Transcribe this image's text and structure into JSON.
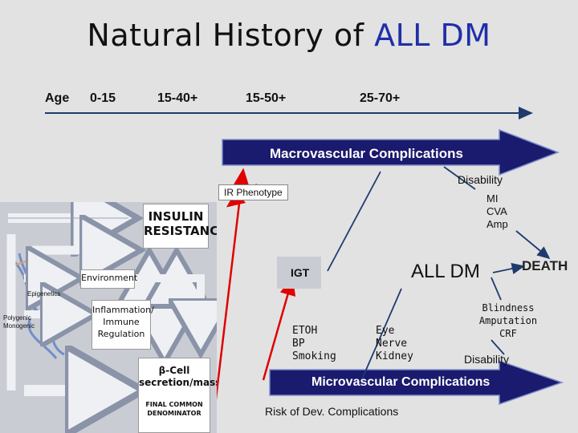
{
  "title": {
    "main": "Natural History of",
    "highlight": "ALL DM"
  },
  "age_axis": {
    "label": "Age",
    "ranges": [
      "0-15",
      "15-40+",
      "15-50+",
      "25-70+"
    ]
  },
  "macro_arrow": "Macrovascular Complications",
  "micro_arrow": "Microvascular Complications",
  "ir_phenotype": "IR Phenotype",
  "disability_top": "Disability",
  "macro_outcomes": [
    "MI",
    "CVA",
    "Amp"
  ],
  "death": "DEATH",
  "igt": "IGT",
  "all_dm": "ALL DM",
  "risk_factors": [
    "ETOH",
    "BP",
    "Smoking"
  ],
  "micro_targets": [
    "Eye",
    "Nerve",
    "Kidney"
  ],
  "micro_outcomes": [
    "Blindness",
    "Amputation",
    "CRF"
  ],
  "disability_bottom": "Disability",
  "risk_label": "Risk of Dev. Complications",
  "panel": {
    "insulin_resistance": [
      "INSULIN",
      "RESISTANCE"
    ],
    "environment": "Environment",
    "inflammation": [
      "Inflammation/",
      "Immune",
      "Regulation"
    ],
    "beta_cell": [
      "β-Cell",
      "secretion/mass"
    ],
    "final_common": [
      "FINAL COMMON",
      "DENOMINATOR"
    ],
    "epigenetics": "Epigenetics",
    "polygenic": [
      "Polygenic",
      "Monogenic"
    ]
  }
}
